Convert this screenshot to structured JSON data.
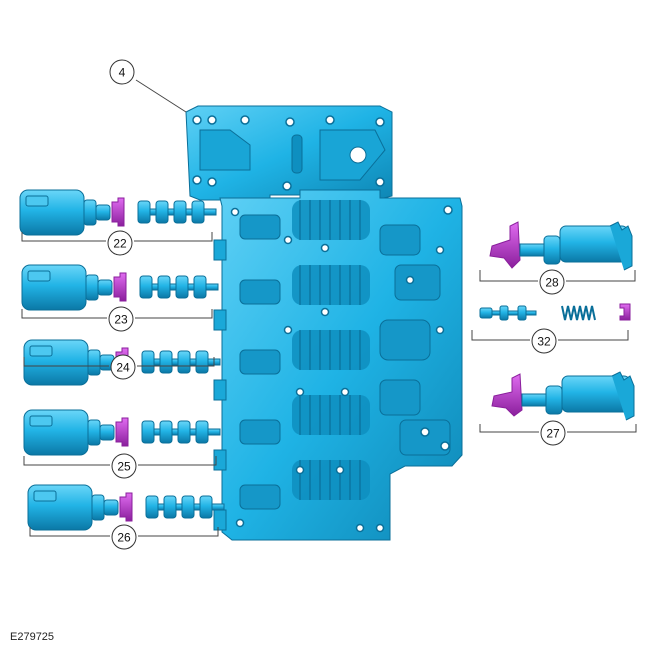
{
  "figure_id": "E279725",
  "callouts": {
    "c4": "4",
    "c22": "22",
    "c23": "23",
    "c24": "24",
    "c25": "25",
    "c26": "26",
    "c27": "27",
    "c28": "28",
    "c32": "32"
  },
  "colors": {
    "body": "#1fb3e5",
    "body_dark": "#0e86b4",
    "body_shadow": "#0a6f99",
    "clip": "#c23ad6",
    "clip_dark": "#8a1f9c",
    "line": "#333333"
  }
}
